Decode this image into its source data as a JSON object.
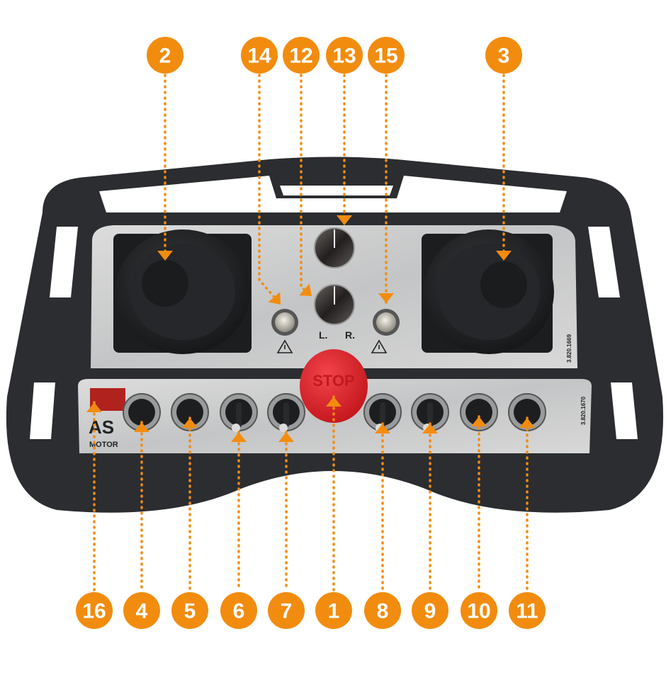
{
  "colors": {
    "accent": "#F28C0F",
    "stop": "#E0262B",
    "frame": "#2b2d30",
    "panel": "#cfd0d0"
  },
  "panel_labels": {
    "stop": "STOP",
    "knob_left": "L.",
    "knob_right": "R.",
    "brand_logo": "AS",
    "brand_sub": "MOTOR",
    "upper_part_no": "3.820.1669",
    "lower_part_no": "3.820.1670"
  },
  "callouts_top": [
    {
      "number": "2",
      "target": "left-joystick"
    },
    {
      "number": "14",
      "target": "oil-warning-lamp"
    },
    {
      "number": "12",
      "target": "steering-trim-knob"
    },
    {
      "number": "13",
      "target": "speed-knob"
    },
    {
      "number": "15",
      "target": "hydraulic-warning-lamp"
    },
    {
      "number": "3",
      "target": "right-joystick"
    }
  ],
  "callouts_bottom": [
    {
      "number": "16",
      "target": "display"
    },
    {
      "number": "4",
      "target": "on-horn-button"
    },
    {
      "number": "5",
      "target": "radio-button"
    },
    {
      "number": "6",
      "target": "toggle-switch-6"
    },
    {
      "number": "7",
      "target": "toggle-switch-7"
    },
    {
      "number": "1",
      "target": "emergency-stop"
    },
    {
      "number": "8",
      "target": "toggle-switch-8"
    },
    {
      "number": "9",
      "target": "toggle-switch-9"
    },
    {
      "number": "10",
      "target": "button-10"
    },
    {
      "number": "11",
      "target": "button-11"
    }
  ]
}
